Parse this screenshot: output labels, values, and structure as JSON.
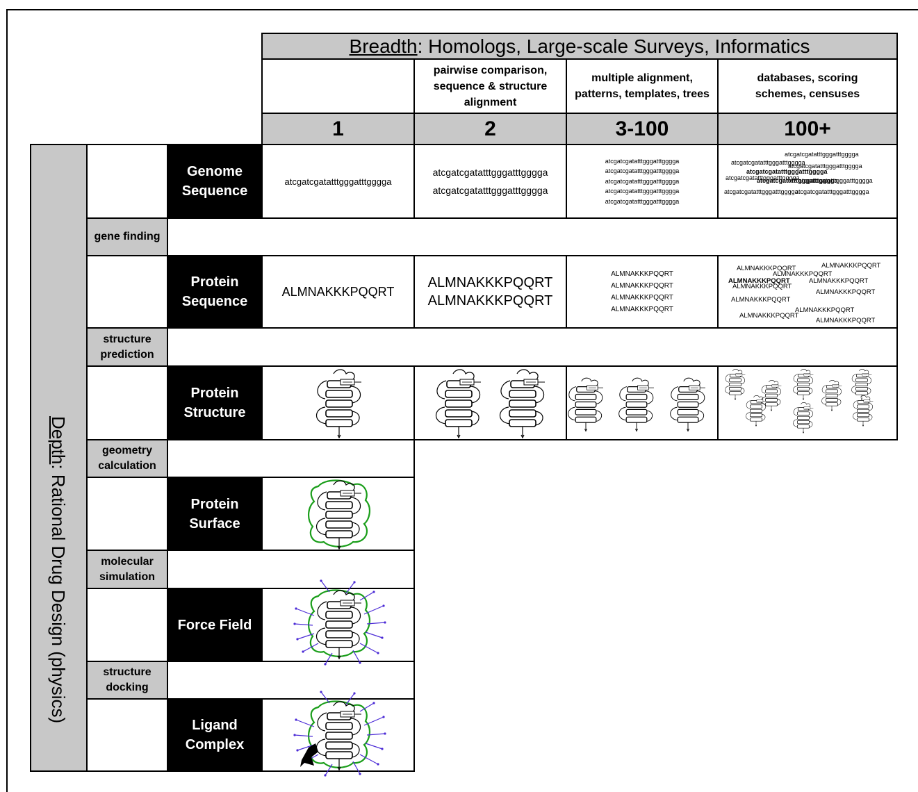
{
  "breadth": {
    "title_underlined": "Breadth",
    "title_rest": ": Homologs, Large-scale Surveys, Informatics"
  },
  "depth": {
    "title_underlined": "Depth",
    "title_rest": ": Rational Drug Design (physics)"
  },
  "columns": [
    {
      "desc": "",
      "count": "1"
    },
    {
      "desc": "pairwise comparison, sequence & structure alignment",
      "count": "2"
    },
    {
      "desc": "multiple alignment, patterns, templates, trees",
      "count": "3-100"
    },
    {
      "desc": "databases, scoring schemes, censuses",
      "count": "100+"
    }
  ],
  "levels": [
    {
      "label": "Genome Sequence"
    },
    {
      "label": "Protein Sequence"
    },
    {
      "label": "Protein Structure"
    },
    {
      "label": "Protein Surface"
    },
    {
      "label": "Force Field"
    },
    {
      "label": "Ligand Complex"
    }
  ],
  "transitions": [
    {
      "label": "gene finding"
    },
    {
      "label": "structure prediction"
    },
    {
      "label": "geometry calculation"
    },
    {
      "label": "molecular simulation"
    },
    {
      "label": "structure docking"
    }
  ],
  "sequences": {
    "dna": "atcgatcgatatttgggatttgggga",
    "protein": "ALMNAKKKPQQRT"
  },
  "colors": {
    "header_gray": "#c8c8c8",
    "surface_green": "#1a9e1a",
    "force_purple": "#4b2bd6"
  }
}
